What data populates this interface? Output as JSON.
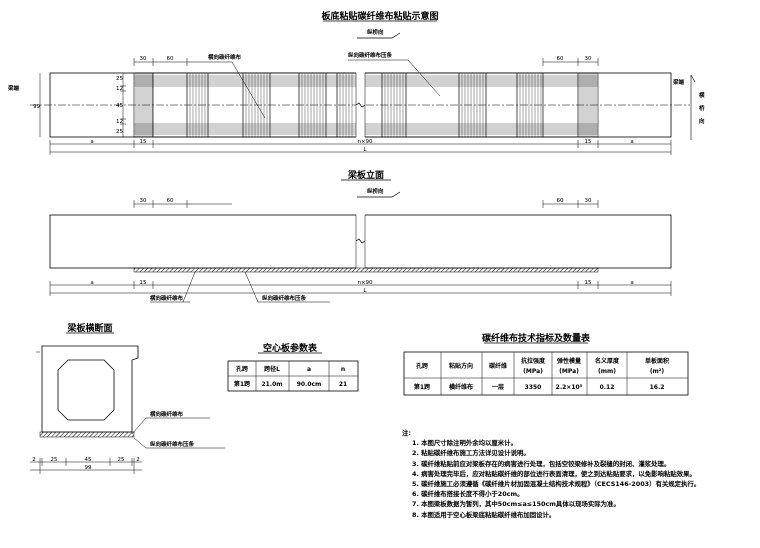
{
  "plan": {
    "title": "板底粘贴碳纤维布粘贴示意图",
    "longitudinal_dir": "纵桥向",
    "transverse_dir": "横桥向",
    "label_transverse_cfrp": "横向碳纤维布",
    "label_longitudinal_strip": "纵向碳纤维布压条",
    "beam_end_left": "梁端",
    "beam_end_right": "梁端",
    "dim_30": "30",
    "dim_60": "60",
    "dim_99": "99",
    "dim_45": "45",
    "dim_25a": "25",
    "dim_25b": "25",
    "dim_12a": "12",
    "dim_12b": "12",
    "dim_a": "a",
    "dim_15": "15",
    "dim_n90": "n×90",
    "dim_L": "L"
  },
  "elevation": {
    "title": "梁板立面",
    "longitudinal_dir": "纵桥向",
    "label_transverse_cfrp": "横向碳纤维布",
    "label_longitudinal_strip": "纵向碳纤维布压条"
  },
  "section": {
    "title": "梁板横断面",
    "label_transverse_cfrp": "横向碳纤维布",
    "label_longitudinal_strip": "纵向碳纤维布压条",
    "dims": [
      "2",
      "25",
      "45",
      "25",
      "2",
      "99"
    ]
  },
  "param_table": {
    "title": "空心板参数表",
    "headers": [
      "孔跨",
      "跨径L",
      "a",
      "n"
    ],
    "rows": [
      [
        "第1跨",
        "21.0m",
        "90.0cm",
        "21"
      ]
    ]
  },
  "spec_table": {
    "title": "碳纤维布技术指标及数量表",
    "headers": [
      "孔跨",
      "粘贴方向",
      "碳纤维",
      "抗拉强度",
      "弹性模量",
      "名义厚度",
      "单板面积"
    ],
    "units": [
      "",
      "",
      "",
      "(MPa)",
      "(MPa)",
      "(mm)",
      "(m²)"
    ],
    "rows": [
      [
        "第1跨",
        "横纤维布",
        "一层",
        "3350",
        "2.2×10⁵",
        "0.12",
        "16.2"
      ]
    ]
  },
  "notes": {
    "header": "注:",
    "items": [
      "1. 本图尺寸除注明外余均以厘米计。",
      "2. 粘贴碳纤维布施工方法详见设计说明。",
      "3. 碳纤维粘贴前应对梁板存在的病害进行处理，包括空铰梁修补及裂缝的封闭、灌浆处理。",
      "4. 病害处理完毕后，应对粘贴碳纤维的部位进行表面清理，使之到达粘贴要求，以免影响粘贴效果。",
      "5. 碳纤维施工必须遵循《碳纤维片材加固混凝土结构技术规程》（CECS146-2003）有关规定执行。",
      "6. 碳纤维布搭接长度不得小于20cm。",
      "7. 本图梁板数据为暂列，其中50cm≤a≤150cm具体以现场实际为准。",
      "8. 本图适用于空心板梁底粘贴碳纤维布加固设计。"
    ]
  }
}
